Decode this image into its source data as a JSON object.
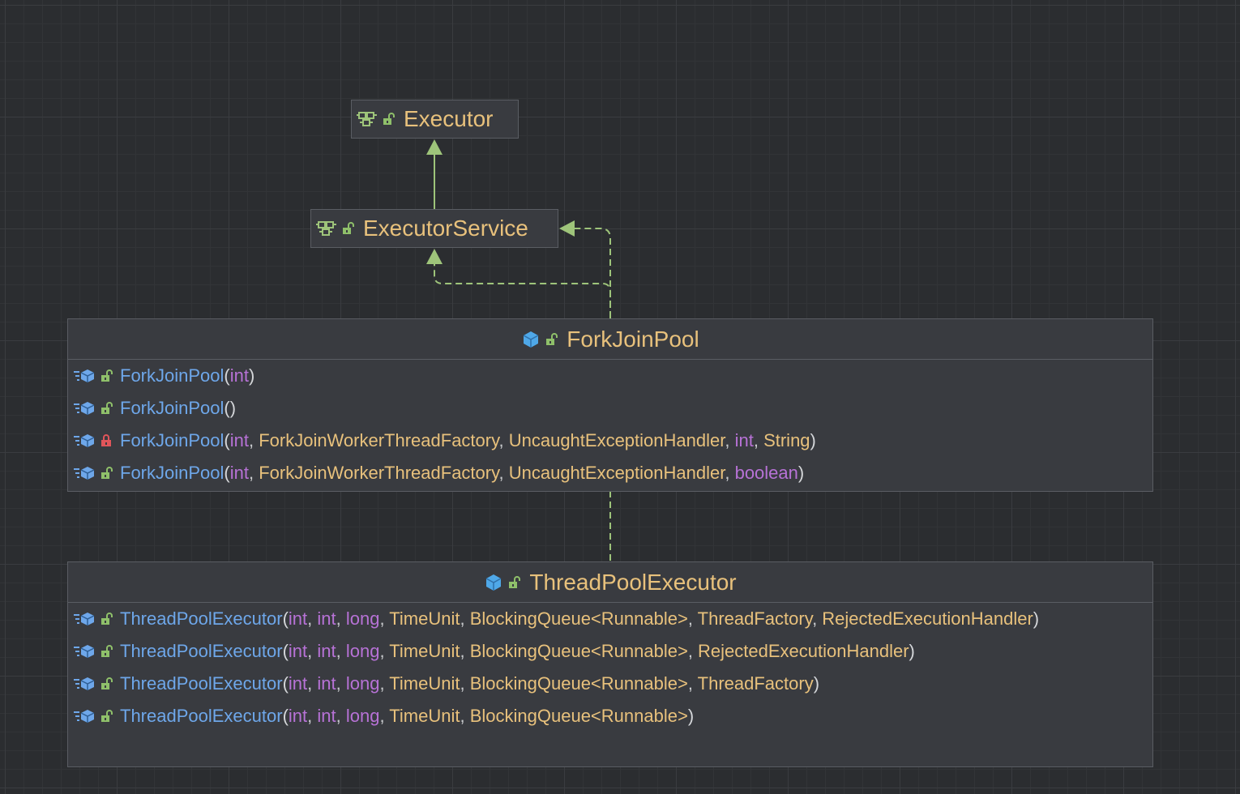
{
  "interfaces": [
    {
      "name": "Executor",
      "kind": "interface",
      "visibility": "public",
      "icons": [
        "interface-icon",
        "unlocked-icon"
      ]
    },
    {
      "name": "ExecutorService",
      "kind": "interface",
      "visibility": "public",
      "icons": [
        "interface-icon",
        "unlocked-icon"
      ]
    }
  ],
  "classes": [
    {
      "name": "ForkJoinPool",
      "visibility": "public",
      "constructors": [
        {
          "name": "ForkJoinPool",
          "visibility": "public",
          "params": [
            "int"
          ]
        },
        {
          "name": "ForkJoinPool",
          "visibility": "public",
          "params": []
        },
        {
          "name": "ForkJoinPool",
          "visibility": "private",
          "params": [
            "int",
            "ForkJoinWorkerThreadFactory",
            "UncaughtExceptionHandler",
            "int",
            "String"
          ]
        },
        {
          "name": "ForkJoinPool",
          "visibility": "public",
          "params": [
            "int",
            "ForkJoinWorkerThreadFactory",
            "UncaughtExceptionHandler",
            "boolean"
          ]
        }
      ]
    },
    {
      "name": "ThreadPoolExecutor",
      "visibility": "public",
      "constructors": [
        {
          "name": "ThreadPoolExecutor",
          "visibility": "public",
          "params": [
            "int",
            "int",
            "long",
            "TimeUnit",
            "BlockingQueue<Runnable>",
            "ThreadFactory",
            "RejectedExecutionHandler"
          ]
        },
        {
          "name": "ThreadPoolExecutor",
          "visibility": "public",
          "params": [
            "int",
            "int",
            "long",
            "TimeUnit",
            "BlockingQueue<Runnable>",
            "RejectedExecutionHandler"
          ]
        },
        {
          "name": "ThreadPoolExecutor",
          "visibility": "public",
          "params": [
            "int",
            "int",
            "long",
            "TimeUnit",
            "BlockingQueue<Runnable>",
            "ThreadFactory"
          ]
        },
        {
          "name": "ThreadPoolExecutor",
          "visibility": "public",
          "params": [
            "int",
            "int",
            "long",
            "TimeUnit",
            "BlockingQueue<Runnable>"
          ]
        }
      ]
    }
  ],
  "relations": [
    {
      "from": "ExecutorService",
      "to": "Executor",
      "type": "extends",
      "style": "solid"
    },
    {
      "from": "ForkJoinPool",
      "to": "ExecutorService",
      "type": "implements",
      "style": "dashed"
    },
    {
      "from": "ThreadPoolExecutor",
      "to": "ExecutorService",
      "type": "implements",
      "style": "dashed"
    }
  ],
  "primitive_types": [
    "int",
    "long",
    "boolean"
  ],
  "colors": {
    "background": "#2b2d30",
    "node_fill": "#393b40",
    "node_border": "#5a5d63",
    "type_name": "#e8c17c",
    "constructor_name": "#6ea7ea",
    "primitive": "#b772d6",
    "edge": "#9ec47a",
    "class_icon": "#4fa8e8",
    "unlocked": "#8fc06a",
    "locked": "#e0555a"
  }
}
